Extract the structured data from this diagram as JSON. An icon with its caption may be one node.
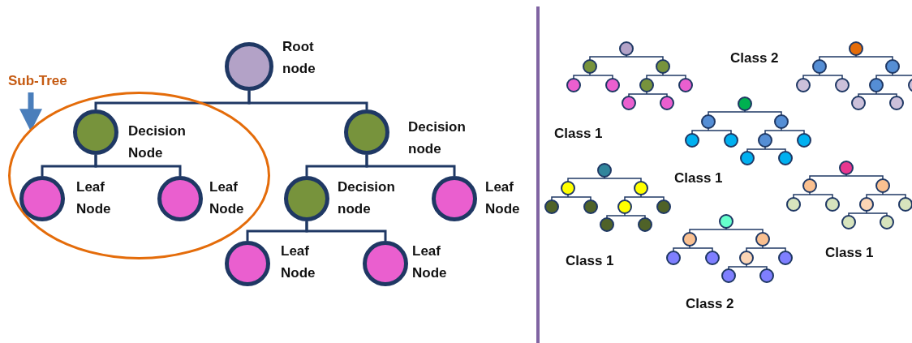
{
  "diagram": {
    "nodes": [
      {
        "text": [
          "Root node"
        ]
      },
      {
        "text": [
          "Sub-Tree"
        ]
      },
      {
        "text": [],
        "shape": "ellipse"
      },
      {
        "text": [
          "Decision Node"
        ],
        "in": 2
      },
      {
        "text": [
          "Leaf Node"
        ],
        "in": 2
      },
      {
        "text": [
          "Leaf Node"
        ],
        "in": 2
      },
      {
        "text": [
          "Decision node"
        ]
      },
      {
        "text": [
          "Decision node"
        ]
      },
      {
        "text": [
          "Leaf Node"
        ]
      },
      {
        "text": [
          "Leaf Node"
        ]
      },
      {
        "text": [
          "Leaf Node"
        ]
      }
    ],
    "edges": [
      {
        "from": 0,
        "to": 3,
        "arrow": "none"
      },
      {
        "from": 0,
        "to": 6,
        "arrow": "none"
      },
      {
        "from": 1,
        "to": 2,
        "arrow": "to",
        "style": "thick",
        "color": "#4a7ebb"
      },
      {
        "from": 3,
        "to": 4,
        "arrow": "none"
      },
      {
        "from": 3,
        "to": 5,
        "arrow": "none"
      },
      {
        "from": 6,
        "to": 7,
        "arrow": "none"
      },
      {
        "from": 6,
        "to": 8,
        "arrow": "none"
      },
      {
        "from": 7,
        "to": 9,
        "arrow": "none"
      },
      {
        "from": 7,
        "to": 10,
        "arrow": "none"
      }
    ],
    "labels": [
      "Class 2",
      "Class 1",
      "Class 1",
      "Class 1",
      "Class 1",
      "Class 2"
    ]
  }
}
